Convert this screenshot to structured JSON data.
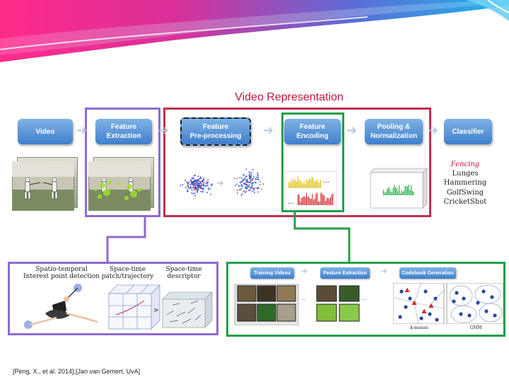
{
  "slide": {
    "title": "Video Representation",
    "citation": "[Peng, X., et al. 2014],[Jan van Gemert, UvA]"
  },
  "pipeline": {
    "steps": [
      "Video",
      "Feature\nExtraction",
      "Feature\nPre-processing",
      "Feature\nEncoding",
      "Pooling &\nNormalization",
      "Classifier"
    ],
    "classes": [
      "Fencing",
      "Lunges",
      "Hammering",
      "GolfSwing",
      "CricketShot"
    ]
  },
  "feature_detail": {
    "labels": [
      "Spatio-temporal\nInterest point detection",
      "Space-time\npatch/trajectory",
      "Space-time\ndescriptor"
    ]
  },
  "encoding_detail": {
    "steps": [
      "Training Videos",
      "Feature Extraction",
      "Codebook Generation"
    ],
    "cluster_labels": [
      "k-means",
      "GMM"
    ]
  },
  "colors": {
    "title": "#c0143c",
    "purple_frame": "#8e6bd1",
    "red_frame": "#c0304f",
    "green_frame": "#23a04a",
    "step_blue": "#4a86cf"
  }
}
